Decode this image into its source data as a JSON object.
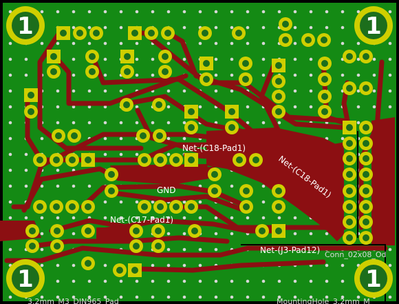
{
  "view": {
    "title": "PCB editor canvas - back copper layer"
  },
  "colors": {
    "background": "#000000",
    "copper_fill": "#148a14",
    "track": "#8c0f12",
    "pad": "#cfcf00",
    "drill": "#1c6e1c",
    "via": "#d7d7d7",
    "label": "#ffffff",
    "footprint_text": "#d8d8d8"
  },
  "net_labels": {
    "c18_pad1_a": "Net-(C18-Pad1)",
    "c18_pad1_b": "Net-(C18-Pad1)",
    "c17_pad1": "Net-(C17-Pad1)",
    "gnd": "GND",
    "j3_pad12": "Net-(J3-Pad12)"
  },
  "footprint_labels": {
    "mounting_left": "3.2mm_M3_DIN965_Pad",
    "mounting_right": "MountingHole_3.2mm_M",
    "conn_label": "Conn_02x08_Od"
  },
  "mounting_holes": {
    "top_left": "1",
    "top_right": "1",
    "bottom_left": "1",
    "bottom_right": "1"
  }
}
